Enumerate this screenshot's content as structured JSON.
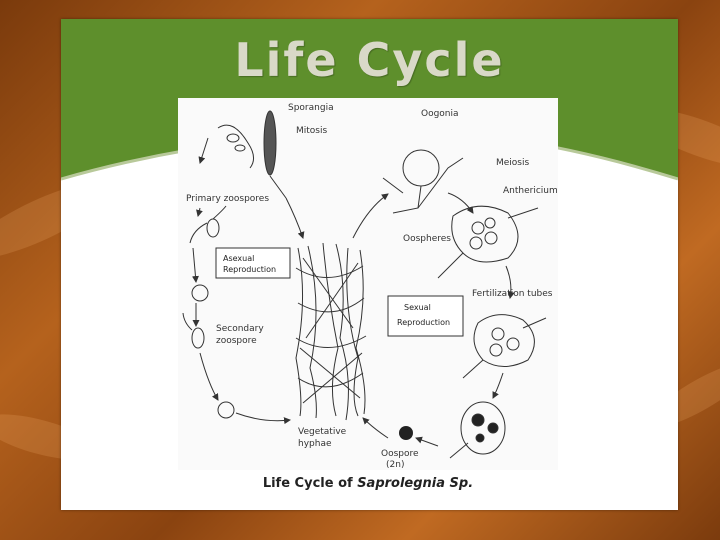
{
  "slide": {
    "title": "Life Cycle",
    "caption_prefix": "Life Cycle of ",
    "caption_species": "Saprolegnia Sp."
  },
  "diagram": {
    "labels": {
      "sporangia": "Sporangia",
      "mitosis": "Mitosis",
      "oogonia": "Oogonia",
      "meiosis": "Meiosis",
      "anthericium": "Anthericium",
      "oospheres": "Oospheres",
      "primary_zoospores": "Primary zoospores",
      "asexual_line1": "Asexual",
      "asexual_line2": "Reproduction",
      "sexual_line1": "Sexual",
      "sexual_line2": "Reproduction",
      "fertilization_tubes": "Fertilization tubes",
      "secondary_line1": "Secondary",
      "secondary_line2": "zoospore",
      "vegetative_line1": "Vegetative",
      "vegetative_line2": "hyphae",
      "oospore": "Oospore",
      "ploidy": "(2n)"
    }
  },
  "colors": {
    "banner_green": "#5e8f2c",
    "title_text": "#d9d9c8",
    "frame_brown": "#8a4310"
  }
}
